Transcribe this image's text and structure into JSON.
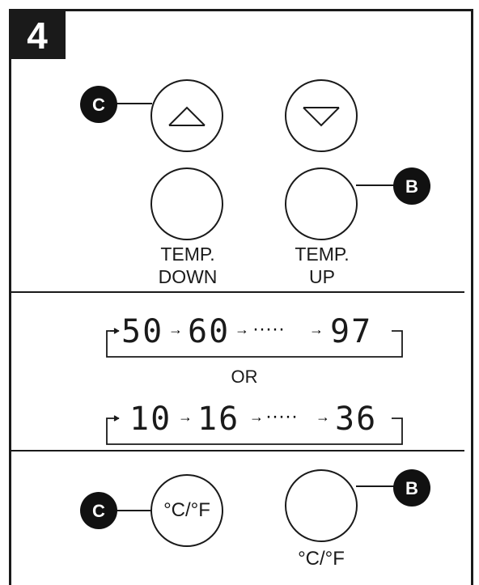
{
  "step_number": "4",
  "callouts": {
    "c": "C",
    "b": "B"
  },
  "buttons": {
    "temp_down_label": [
      "TEMP.",
      "DOWN"
    ],
    "temp_up_label": [
      "TEMP.",
      "UP"
    ],
    "unit_button_inner_text": "°C/°F",
    "unit_button_caption": "°C/°F"
  },
  "sequences": {
    "fahrenheit": {
      "start": "50",
      "next": "60",
      "dots": "·····",
      "end": "97"
    },
    "separator": "OR",
    "celsius": {
      "start": "10",
      "next": "16",
      "dots": "·····",
      "end": "36"
    }
  },
  "icons": [
    "up-arrow-icon",
    "down-arrow-icon"
  ]
}
